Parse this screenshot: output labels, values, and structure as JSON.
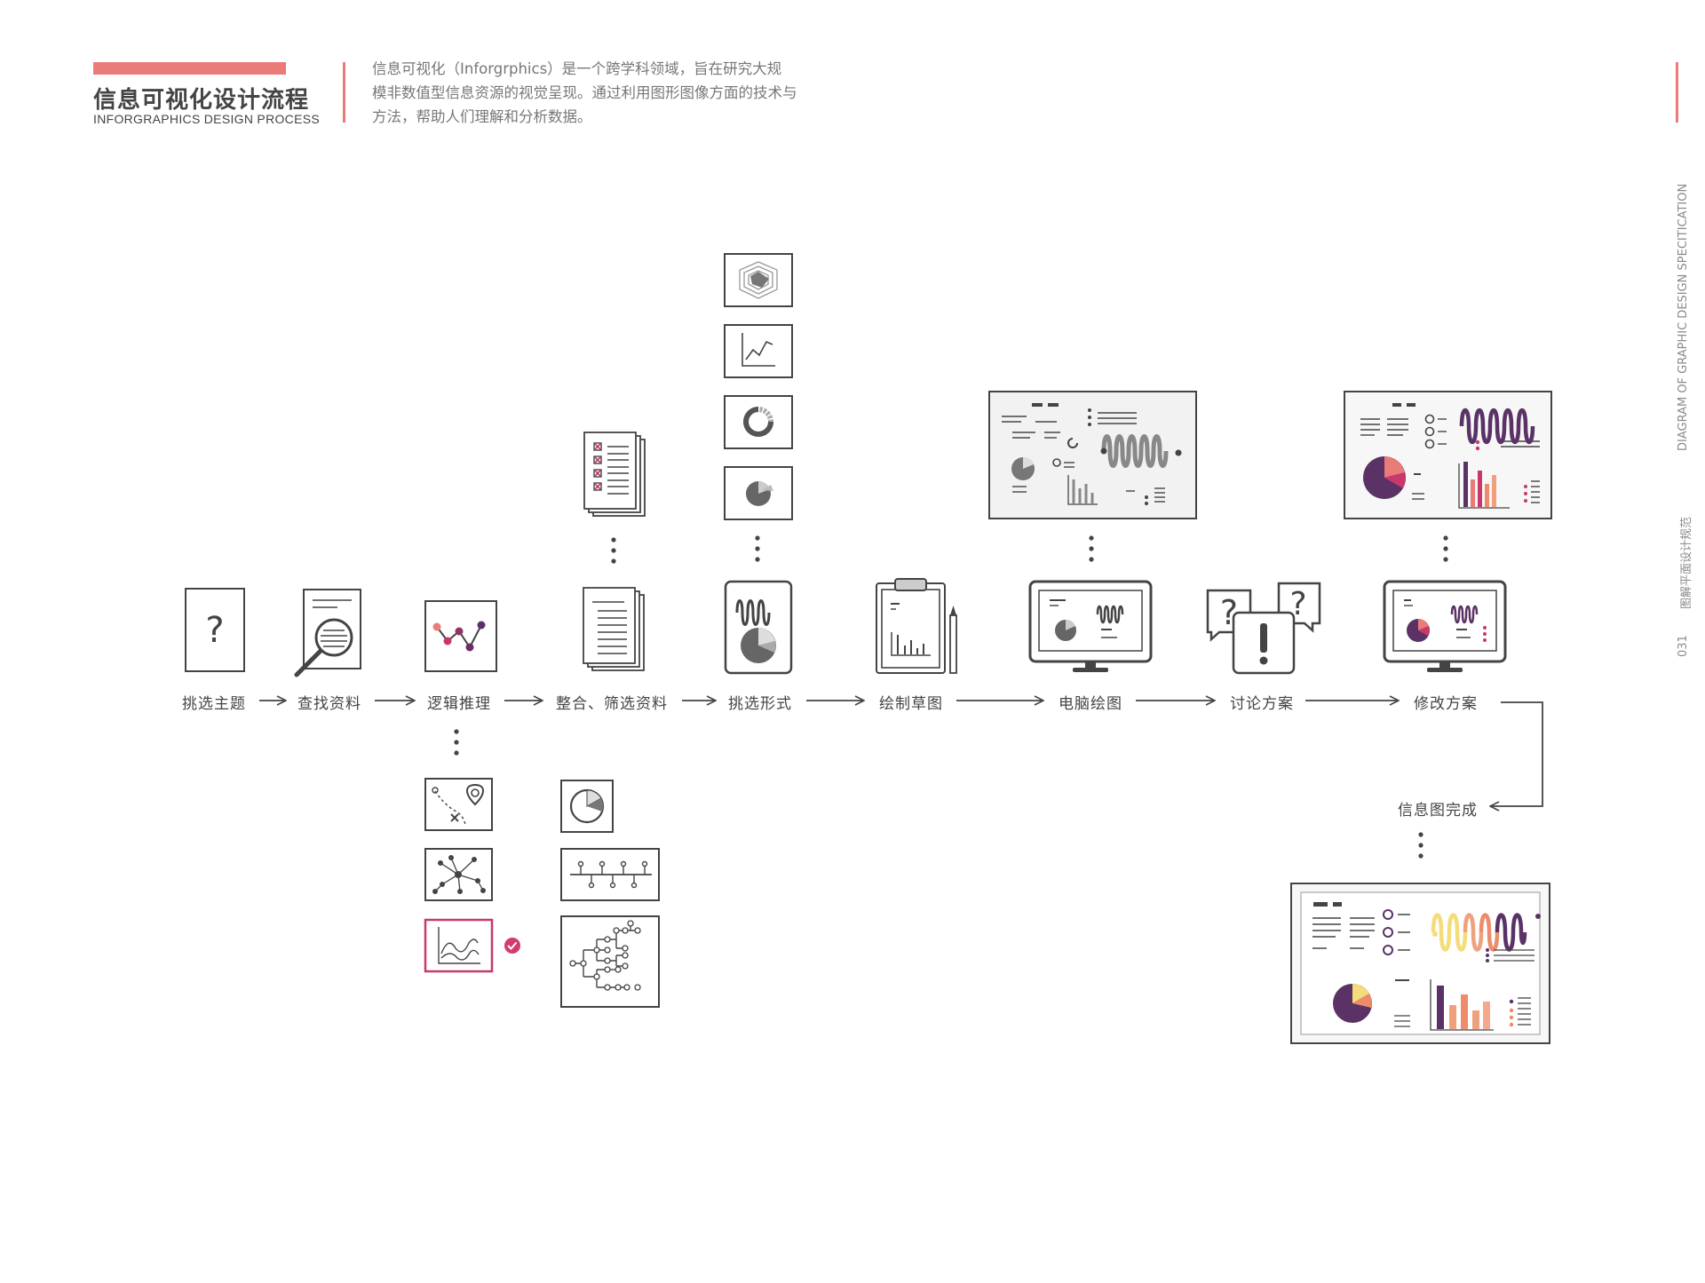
{
  "header": {
    "title_cn": "信息可视化设计流程",
    "title_en": "INFORGRAPHICS  DESIGN PROCESS",
    "intro_lines": [
      "信息可视化（Inforgrphics）是一个跨学科领域，旨在研究大规",
      "模非数值型信息资源的视觉呈现。通过利用图形图像方面的技术与",
      "方法，帮助人们理解和分析数据。"
    ]
  },
  "sidebar": {
    "title_en": "DIAGRAM OF GRAPHIC DESIGN SPECITICATION",
    "title_cn": "图解平面设计规范",
    "page_number": "031"
  },
  "process": {
    "steps": [
      {
        "label": "挑选主题"
      },
      {
        "label": "查找资料"
      },
      {
        "label": "逻辑推理"
      },
      {
        "label": "整合、筛选资料"
      },
      {
        "label": "挑选形式"
      },
      {
        "label": "绘制草图"
      },
      {
        "label": "电脑绘图"
      },
      {
        "label": "讨论方案"
      },
      {
        "label": "修改方案"
      }
    ],
    "final_step": "信息图完成"
  },
  "colors": {
    "accent": "#e97b78",
    "purple": "#5a3266",
    "pink": "#c9386b",
    "magenta_check": "#d23c6e",
    "orange": "#ee8b6a",
    "salmon": "#f1a07e",
    "yellow": "#f5dc7a",
    "line": "#444444",
    "gray": "#888888"
  }
}
